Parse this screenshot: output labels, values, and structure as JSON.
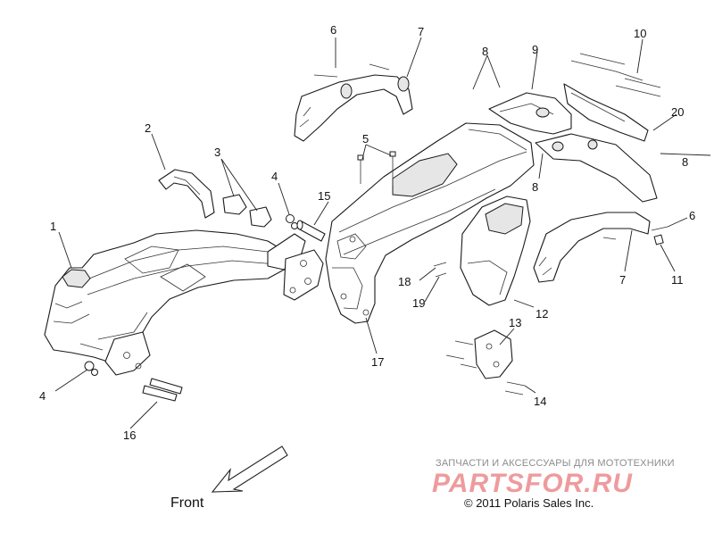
{
  "diagram": {
    "callouts": [
      {
        "id": "c1",
        "label": "1"
      },
      {
        "id": "c2",
        "label": "2"
      },
      {
        "id": "c3",
        "label": "3"
      },
      {
        "id": "c4a",
        "label": "4"
      },
      {
        "id": "c4b",
        "label": "4"
      },
      {
        "id": "c5",
        "label": "5"
      },
      {
        "id": "c6a",
        "label": "6"
      },
      {
        "id": "c6b",
        "label": "6"
      },
      {
        "id": "c7a",
        "label": "7"
      },
      {
        "id": "c7b",
        "label": "7"
      },
      {
        "id": "c8a",
        "label": "8"
      },
      {
        "id": "c8b",
        "label": "8"
      },
      {
        "id": "c8c",
        "label": "8"
      },
      {
        "id": "c9",
        "label": "9"
      },
      {
        "id": "c10",
        "label": "10"
      },
      {
        "id": "c11",
        "label": "11"
      },
      {
        "id": "c12",
        "label": "12"
      },
      {
        "id": "c13",
        "label": "13"
      },
      {
        "id": "c14",
        "label": "14"
      },
      {
        "id": "c15",
        "label": "15"
      },
      {
        "id": "c16",
        "label": "16"
      },
      {
        "id": "c17",
        "label": "17"
      },
      {
        "id": "c18",
        "label": "18"
      },
      {
        "id": "c19",
        "label": "19"
      },
      {
        "id": "c20",
        "label": "20"
      }
    ],
    "front_label": "Front",
    "copyright": "© 2011 Polaris Sales Inc."
  },
  "watermark": {
    "caption": "ЗАПЧАСТИ И АКСЕССУАРЫ ДЛЯ МОТОТЕХНИКИ",
    "logo_text": "PARTSFOR.RU",
    "logo_color": "#e0484f"
  }
}
